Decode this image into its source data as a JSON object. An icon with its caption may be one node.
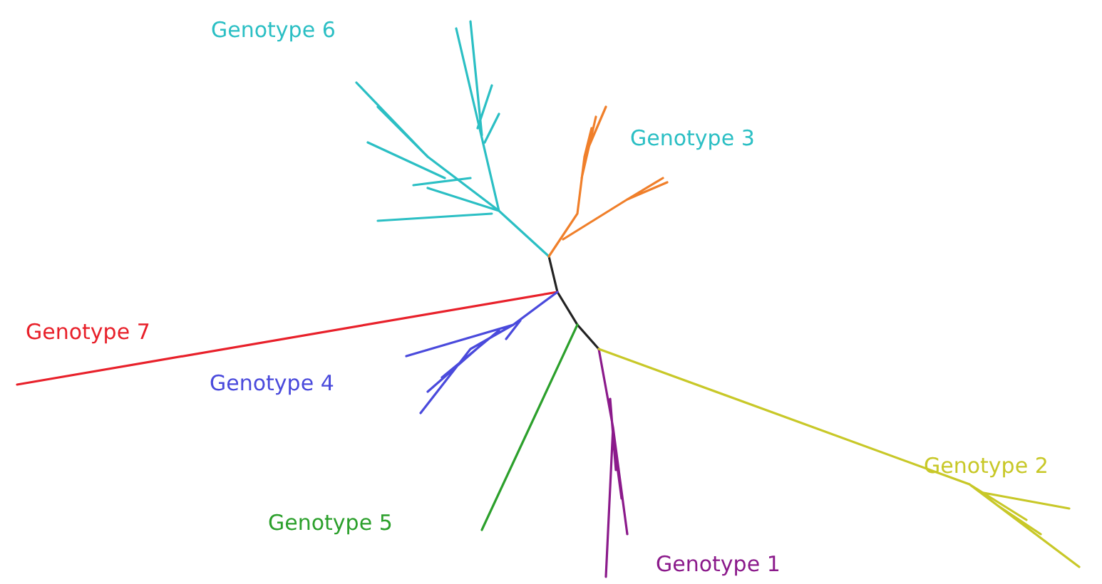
{
  "diagram": {
    "labels": [
      "Genotype 6",
      "Genotype 3",
      "Genotype 7",
      "Genotype 4",
      "Genotype 2",
      "Genotype 5",
      "Genotype 1"
    ]
  }
}
